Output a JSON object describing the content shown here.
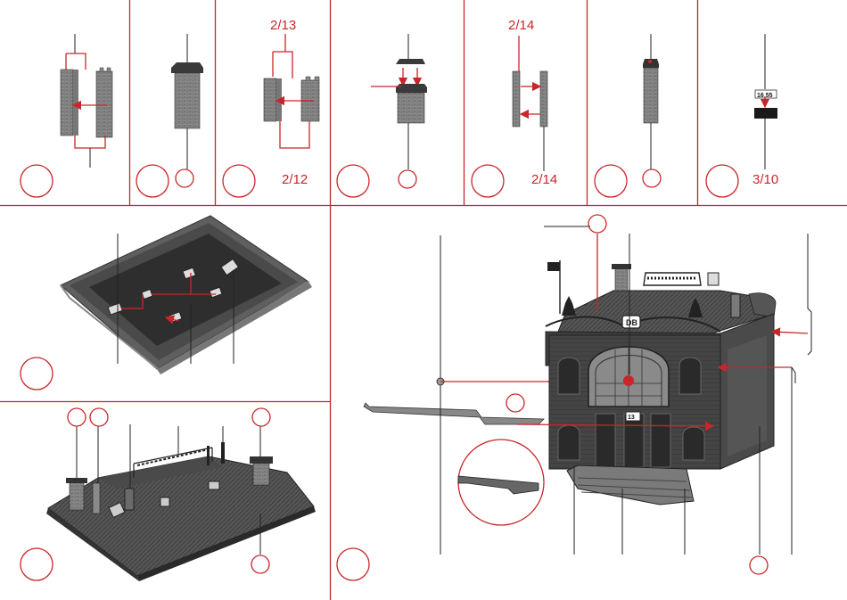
{
  "colors": {
    "accent": "#c8262b",
    "part_dark": "#3a3a3a",
    "part_mid": "#6e6e6e",
    "part_light": "#9a9a9a",
    "background": "#ffffff"
  },
  "steps": {
    "s3": {
      "label_top": "2/13",
      "label_bottom": "2/12"
    },
    "s5": {
      "label_top": "2/14",
      "label_bottom": "2/14"
    },
    "s7": {
      "label_bottom": "3/10",
      "clock_text": "16 55"
    }
  },
  "main": {
    "station_sign": "DB",
    "clock_text": "13"
  }
}
